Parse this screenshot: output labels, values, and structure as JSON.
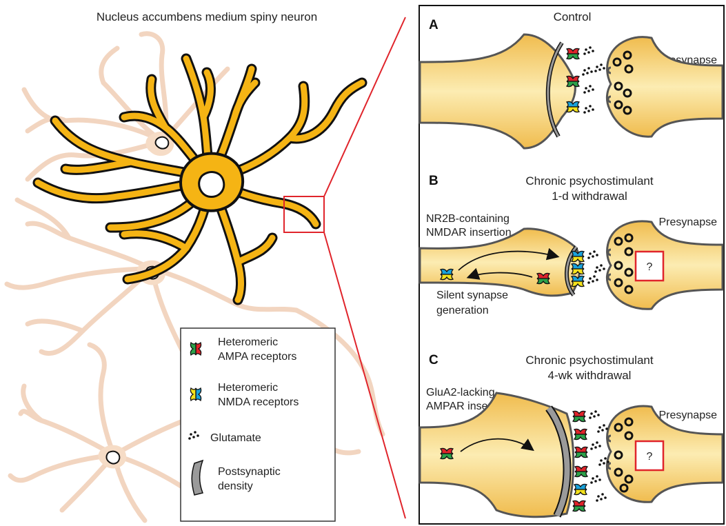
{
  "left": {
    "title": "Nucleus accumbens medium spiny neuron"
  },
  "legend": {
    "ampa_line1": "Heteromeric",
    "ampa_line2": "AMPA receptors",
    "nmda_line1": "Heteromeric",
    "nmda_line2": "NMDA receptors",
    "glutamate": "Glutamate",
    "psd_line1": "Postsynaptic",
    "psd_line2": "density"
  },
  "panelA": {
    "letter": "A",
    "title": "Control",
    "presynapse": "Presynapse"
  },
  "panelB": {
    "letter": "B",
    "title_line1": "Chronic psychostimulant",
    "title_line2": "1-d withdrawal",
    "presynapse": "Presynapse",
    "insertion_line1": "NR2B-containing",
    "insertion_line2": "NMDAR insertion",
    "silent_line1": "Silent synapse",
    "silent_line2": "generation",
    "question": "?"
  },
  "panelC": {
    "letter": "C",
    "title_line1": "Chronic psychostimulant",
    "title_line2": "4-wk withdrawal",
    "presynapse": "Presynapse",
    "insertion_line1": "GluA2-lacking",
    "insertion_line2": "AMPAR insertion",
    "question": "?"
  },
  "colors": {
    "neuron_fill": "#f5b414",
    "neuron_stroke": "#111111",
    "faded_neuron": "#f6d9c4",
    "synapse_fill_light": "#fbe8a6",
    "synapse_fill_dark": "#f3c25a",
    "highlight_red": "#e0242b",
    "ampa_red": "#e0242b",
    "ampa_green": "#2ca24a",
    "nmda_blue": "#1aa3dc",
    "nmda_yellow": "#f4e21c",
    "psd_gray": "#9a9a9a"
  }
}
